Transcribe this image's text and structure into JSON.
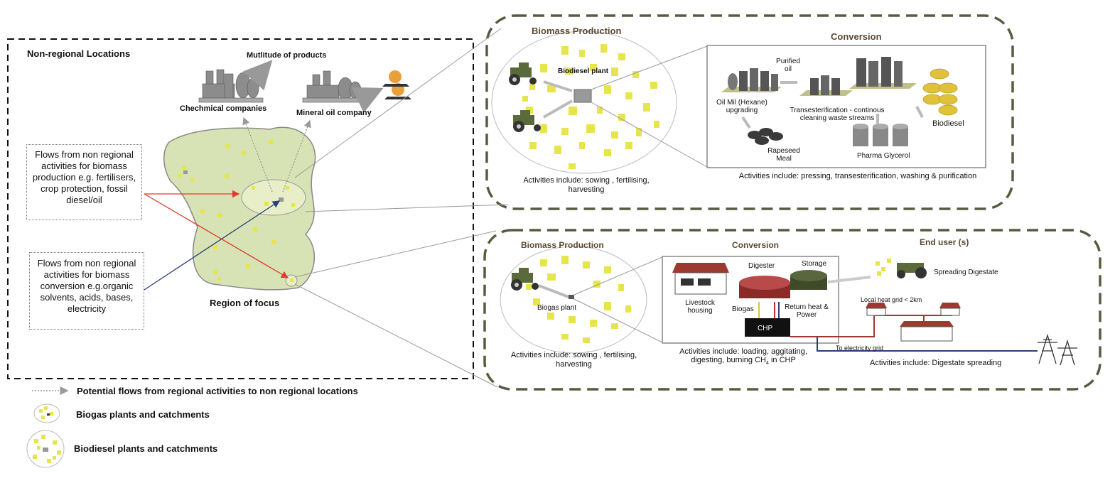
{
  "nonregional": {
    "title": "Non-regional Locations",
    "multitude": "Mutlitude of products",
    "chemical": "Chechmical companies",
    "mineral": "Mineral oil company",
    "flows_production": "Flows from non regional activities for biomass production e.g.  fertilisers, crop protection, fossil diesel/oil",
    "flows_conversion": "Flows from non regional activities for biomass conversion e.g.organic solvents, acids, bases, electricity",
    "region": "Region of focus"
  },
  "biodiesel": {
    "production_title": "Biomass Production",
    "plant": "Biodiesel plant",
    "production_activities": "Activities include: sowing , fertilising, harvesting",
    "conversion_title": "Conversion",
    "purified_oil": "Purified oil",
    "oil_mill": "Oil Mil (Hexane) upgrading",
    "transesterification": "Transesterification - continous cleaning waste streams",
    "rapeseed_meal": "Rapeseed Meal",
    "pharma_glycerol": "Pharma Glycerol",
    "biodiesel_label": "Biodiesel",
    "conversion_activities": "Activities include: pressing, transesterification, washing & purification"
  },
  "biogas": {
    "production_title": "Biomass Production",
    "plant": "Biogas plant",
    "production_activities": "Activities include: sowing , fertilising, harvesting",
    "conversion_title": "Conversion",
    "digester": "Digester",
    "storage": "Storage",
    "livestock": "Livestock housing",
    "biogas_label": "Biogas",
    "return_heat": "Return heat & Power",
    "chp": "CHP",
    "conversion_activities_1": "Activities include: loading, aggitating, digesting, burning CH",
    "conversion_activities_sub": "4",
    "conversion_activities_2": " in CHP",
    "to_grid": "To electricity grid",
    "end_user_title": "End user (s)",
    "spreading": "Spreading Digestate",
    "heat_grid": "Local heat grid < 2km",
    "end_activities": "Activities include: Digestate spreading"
  },
  "legend": {
    "potential_flows": "Potential flows from regional activities to non regional locations",
    "biogas_plants": "Biogas plants and catchments",
    "biodiesel_plants": "Biodiesel plants and catchments"
  },
  "colors": {
    "frame": "#5a5a42",
    "field": "#e6e64c",
    "region": "#d7e3b5",
    "red_arrow": "#e03b2f",
    "blue_arrow": "#2b3f7a"
  }
}
